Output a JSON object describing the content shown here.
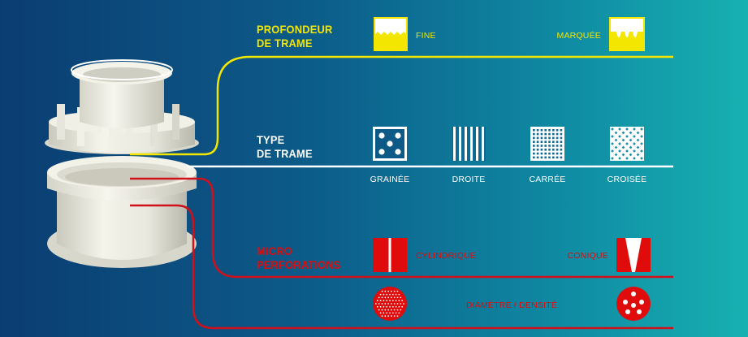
{
  "rows": {
    "depth": {
      "title_line1": "PROFONDEUR",
      "title_line2": "DE TRAME",
      "options": [
        "FINE",
        "MARQUÉE"
      ],
      "color": "#f3e600"
    },
    "type": {
      "title_line1": "TYPE",
      "title_line2": "DE TRAME",
      "options": [
        "GRAINÉE",
        "DROITE",
        "CARRÉE",
        "CROISÉE"
      ],
      "color": "#ffffff"
    },
    "micro": {
      "title_line1": "MICRO",
      "title_line2": "PERFORATIONS",
      "options": [
        "CYLINDRIQUE",
        "CONIQUE"
      ],
      "sub_label": "DIAMÈTRE / DENSITÉ",
      "color": "#e00b0b"
    }
  },
  "icons": {
    "fine": "fine-texture-icon",
    "marquee": "marked-texture-icon",
    "grainee": "grained-pattern-icon",
    "droite": "straight-lines-pattern-icon",
    "carree": "square-grid-pattern-icon",
    "croisee": "cross-pattern-icon",
    "cylindrique": "cylindrical-perforation-icon",
    "conique": "conical-perforation-icon",
    "density_small": "dense-perforation-icon",
    "density_large": "sparse-perforation-icon"
  },
  "colors": {
    "background_left": "#0b3d72",
    "background_right": "#17b1b1",
    "part": "#eeede4"
  }
}
